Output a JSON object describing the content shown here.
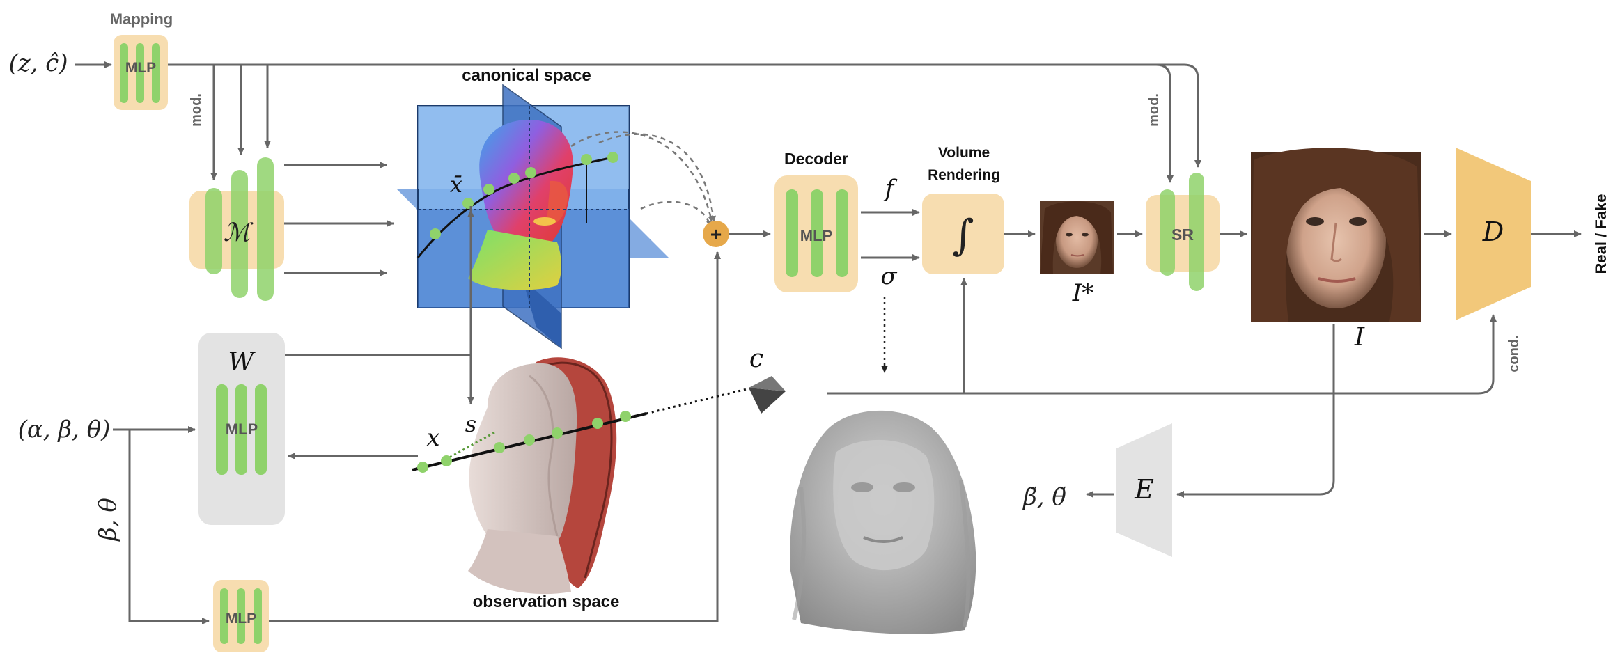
{
  "colors": {
    "box_orange": "#f7ddb0",
    "box_gray": "#e3e3e3",
    "bar_green": "#8fd26b",
    "arrow": "#666666",
    "plus_node": "#e6a84a",
    "plane_blue": "#4a7fd0",
    "plane_light": "#9cc3ef",
    "dot_green": "#8fd26b",
    "hair_red": "#b5463d"
  },
  "labels": {
    "mapping": "Mapping",
    "mod_left": "mod.",
    "mod_right": "mod.",
    "cond": "cond.",
    "canonical_space": "canonical space",
    "observation_space": "observation space",
    "decoder": "Decoder",
    "volume_rendering_1": "Volume",
    "volume_rendering_2": "Rendering",
    "real_fake": "Real / Fake",
    "mlp": "MLP",
    "sr": "SR",
    "d": "D",
    "e": "E",
    "m": "ℳ",
    "w": "W"
  },
  "math": {
    "z_c": "(z, ĉ)",
    "alpha_beta_theta": "(α, β, θ)",
    "beta_theta_vertical": "β, θ",
    "beta_theta_tilde": "β̃, θ̃",
    "x_bar": "x̄",
    "x": "x",
    "s": "s",
    "c": "c",
    "f": "f",
    "sigma": "σ",
    "i_star": "I*",
    "i": "I",
    "integral": "∫",
    "plus": "+"
  }
}
